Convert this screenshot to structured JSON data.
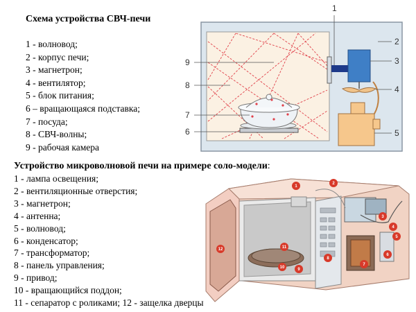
{
  "scheme": {
    "title": "Схема устройства СВЧ-печи",
    "legend": [
      "1 - волновод;",
      "2 - корпус печи;",
      "3 - магнетрон;",
      "4 - вентилятор;",
      "5 - блок питания;",
      "6 – вращающаяся подставка;",
      "7 - посуда;",
      "8 - СВЧ-волны;",
      "9 - рабочая камера"
    ],
    "callouts": [
      "1",
      "2",
      "3",
      "4",
      "5",
      "6",
      "7",
      "8",
      "9"
    ]
  },
  "device": {
    "title": "Устройство микроволновой печи на примере соло-модели",
    "title_suffix": ":",
    "legend": [
      "1 - лампа освещения;",
      "2 - вентиляционные отверстия;",
      "3 - магнетрон;",
      "4 - антенна;",
      "5 - волновод;",
      "6 - конденсатор;",
      "7 - трансформатор;",
      "8 - панель управления;",
      "9 - привод;",
      "10 - вращающийся поддон;",
      "11 - сепаратор с роликами; 12 - защелка дверцы"
    ],
    "badges": [
      "1",
      "2",
      "3",
      "4",
      "5",
      "6",
      "7",
      "8",
      "9",
      "10",
      "11",
      "12"
    ]
  },
  "colors": {
    "body_fill": "#dce6ee",
    "chamber_fill": "#fbf1e3",
    "wave_color": "#e0414a",
    "magnetron_fill": "#3f7fc6",
    "power_fill": "#f6c78c",
    "badge_fill": "#d83a2a"
  }
}
